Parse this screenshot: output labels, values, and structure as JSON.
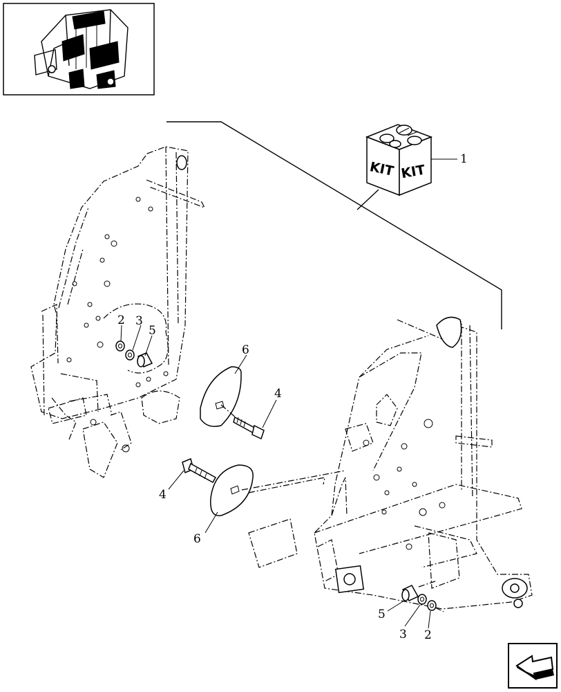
{
  "kit": {
    "label_left": "KIT",
    "label_right": "KIT"
  },
  "callouts": {
    "kit_item": "1",
    "washer_upper": "2",
    "spacer_ring_upper": "3",
    "bushing_upper": "5",
    "bolt_upper": "4",
    "disc_upper": "6",
    "bolt_lower": "4",
    "disc_lower": "6",
    "bushing_lower": "5",
    "spacer_ring_lower": "3",
    "washer_lower": "2"
  },
  "icons": {
    "thumbnail": "baler-assembly-thumbnail",
    "navigation": "return-arrow-icon"
  }
}
